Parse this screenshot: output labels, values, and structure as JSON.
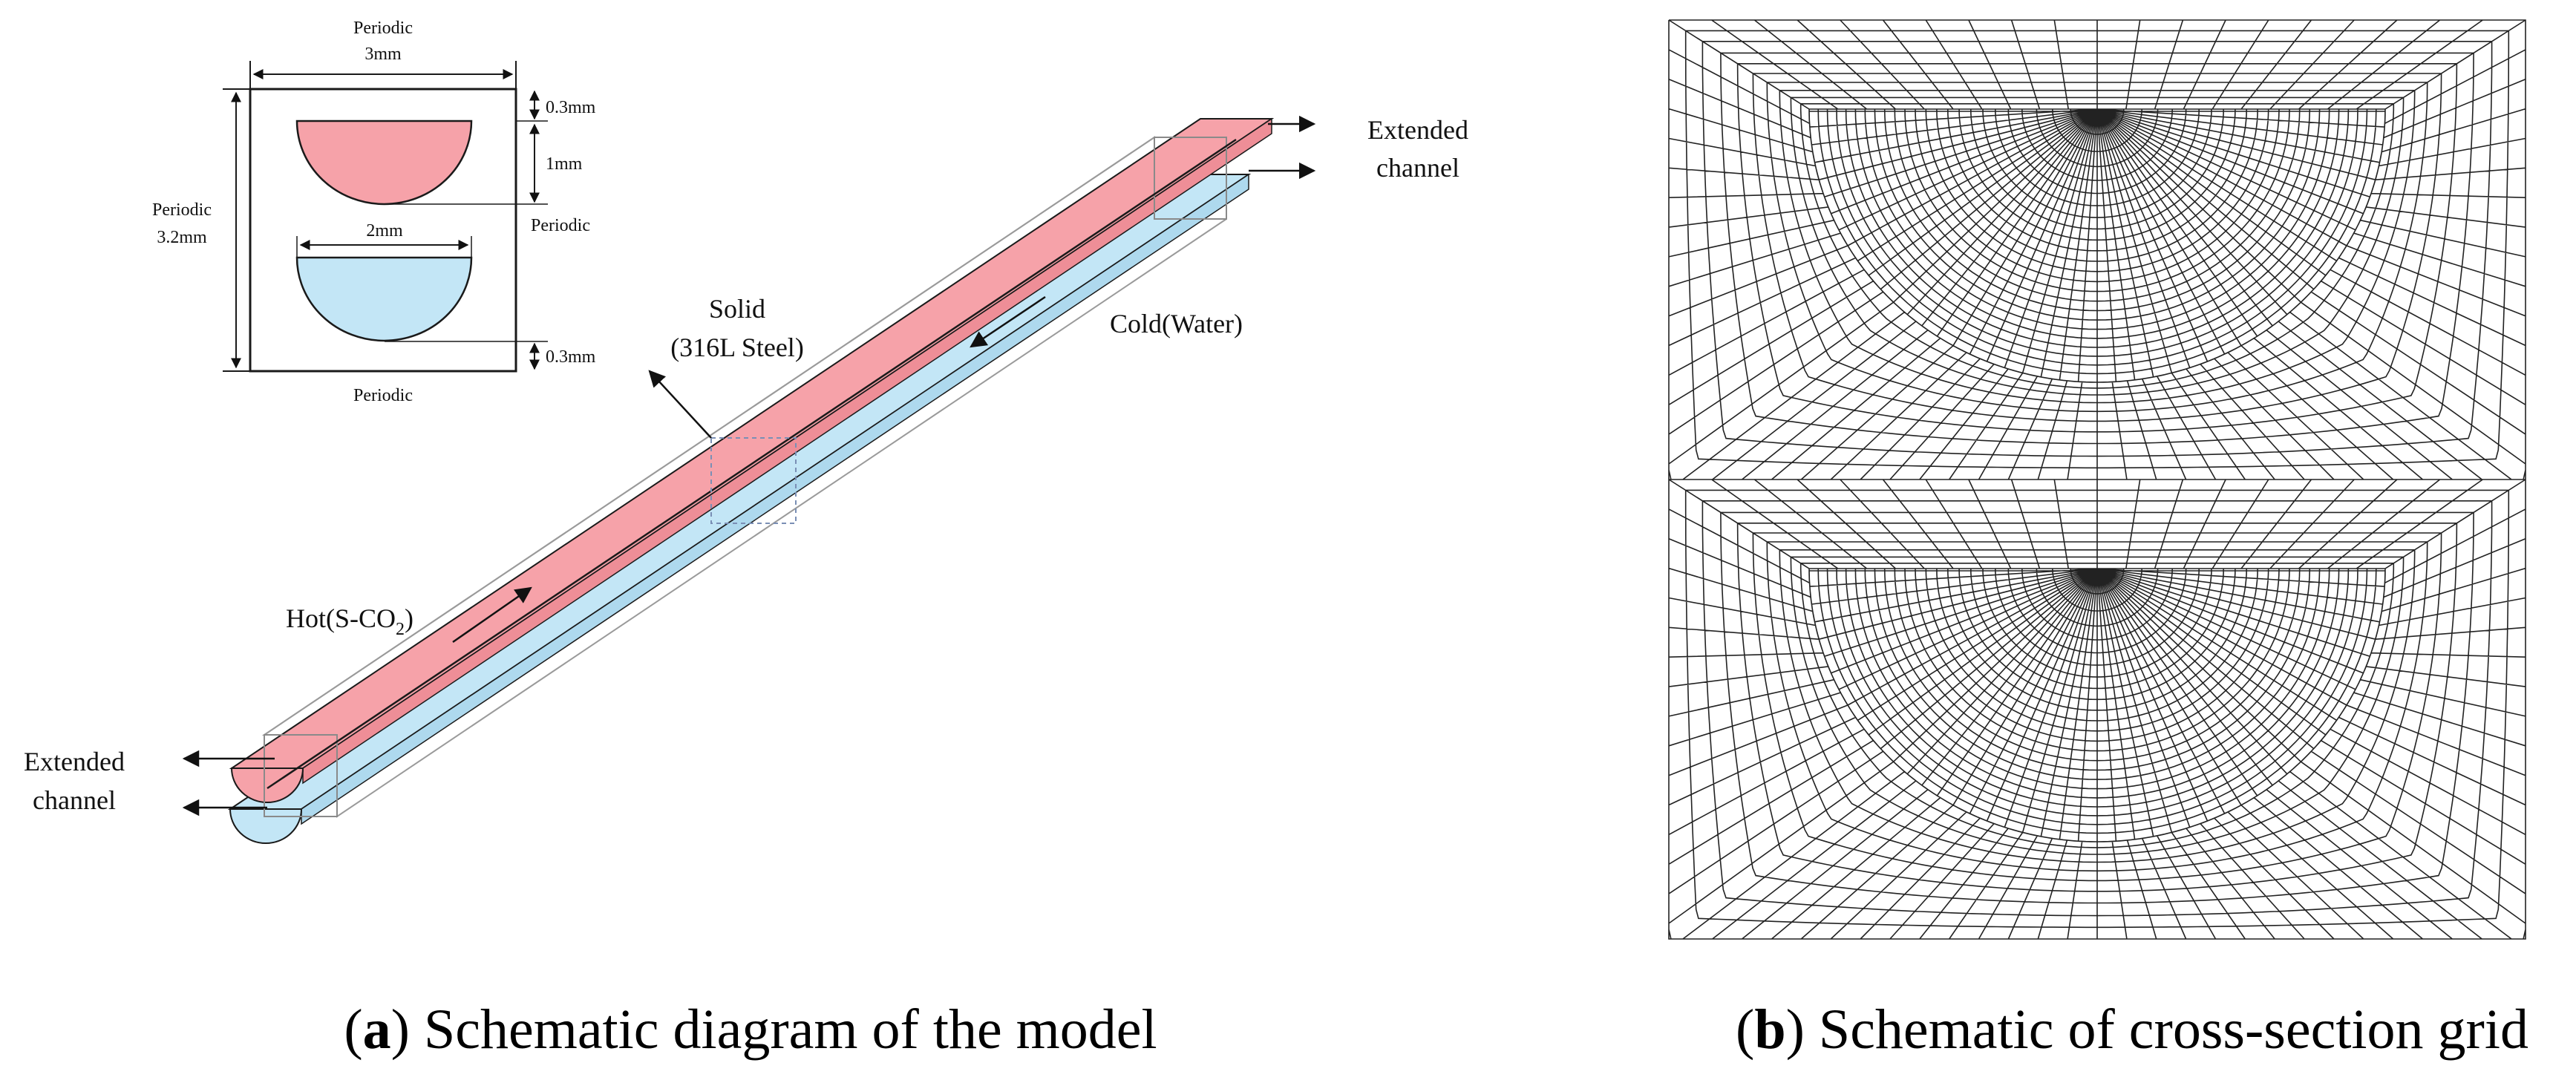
{
  "colors": {
    "hot": "#f6a2a9",
    "cold": "#c3e6f6",
    "line": "#1a1a1a",
    "grid": "#222222",
    "dashed_box": "#7a8fb5"
  },
  "panel_a": {
    "cross_section": {
      "top_periodic": "Periodic",
      "width_dim": "3mm",
      "top_gap": "0.3mm",
      "channel_depth": "1mm",
      "right_periodic": "Periodic",
      "left_periodic": "Periodic",
      "height_dim": "3.2mm",
      "channel_width": "2mm",
      "bottom_gap": "0.3mm",
      "bottom_periodic": "Periodic"
    },
    "solid_label": "Solid",
    "solid_material": "(316L Steel)",
    "cold_label": "Cold(Water)",
    "hot_label_main": "Hot(S-CO",
    "hot_label_sub": "2",
    "hot_label_close": ")",
    "extended_right_1": "Extended",
    "extended_right_2": "channel",
    "extended_left_1": "Extended",
    "extended_left_2": "channel",
    "caption_letter": "a",
    "caption_text": " Schematic diagram of the model"
  },
  "panel_b": {
    "caption_letter": "b",
    "caption_text": " Schematic of cross-section grid"
  }
}
